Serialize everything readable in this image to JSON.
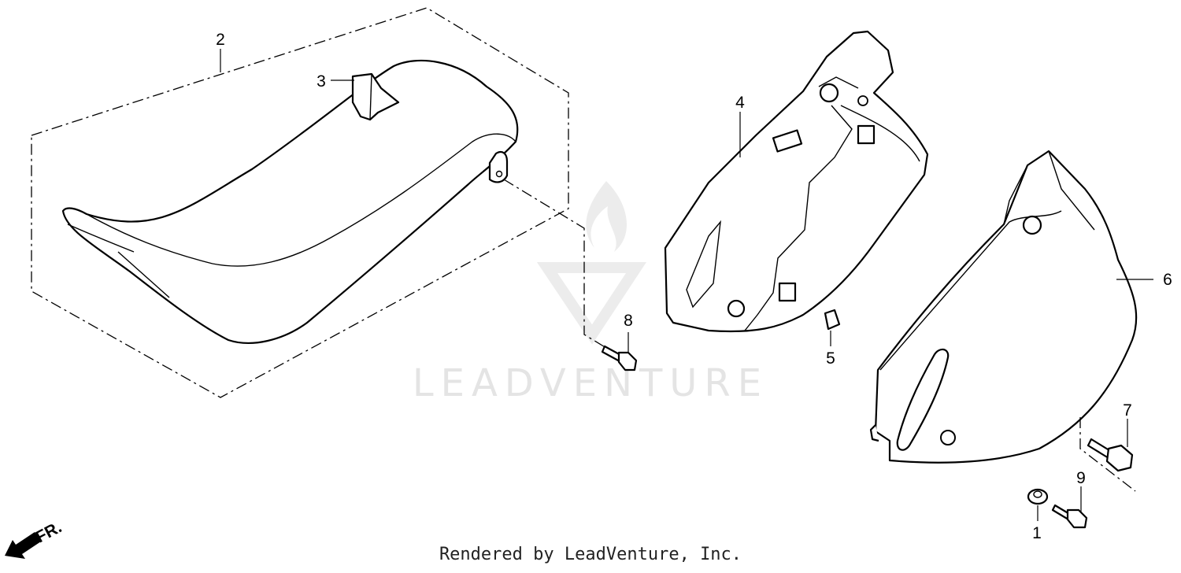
{
  "footer": "Rendered by LeadVenture, Inc.",
  "watermark": "LEADVENTURE",
  "direction_label": "FR.",
  "callouts": {
    "c1": "1",
    "c2": "2",
    "c3": "3",
    "c4": "4",
    "c5": "5",
    "c6": "6",
    "c7": "7",
    "c8": "8",
    "c9": "9"
  }
}
